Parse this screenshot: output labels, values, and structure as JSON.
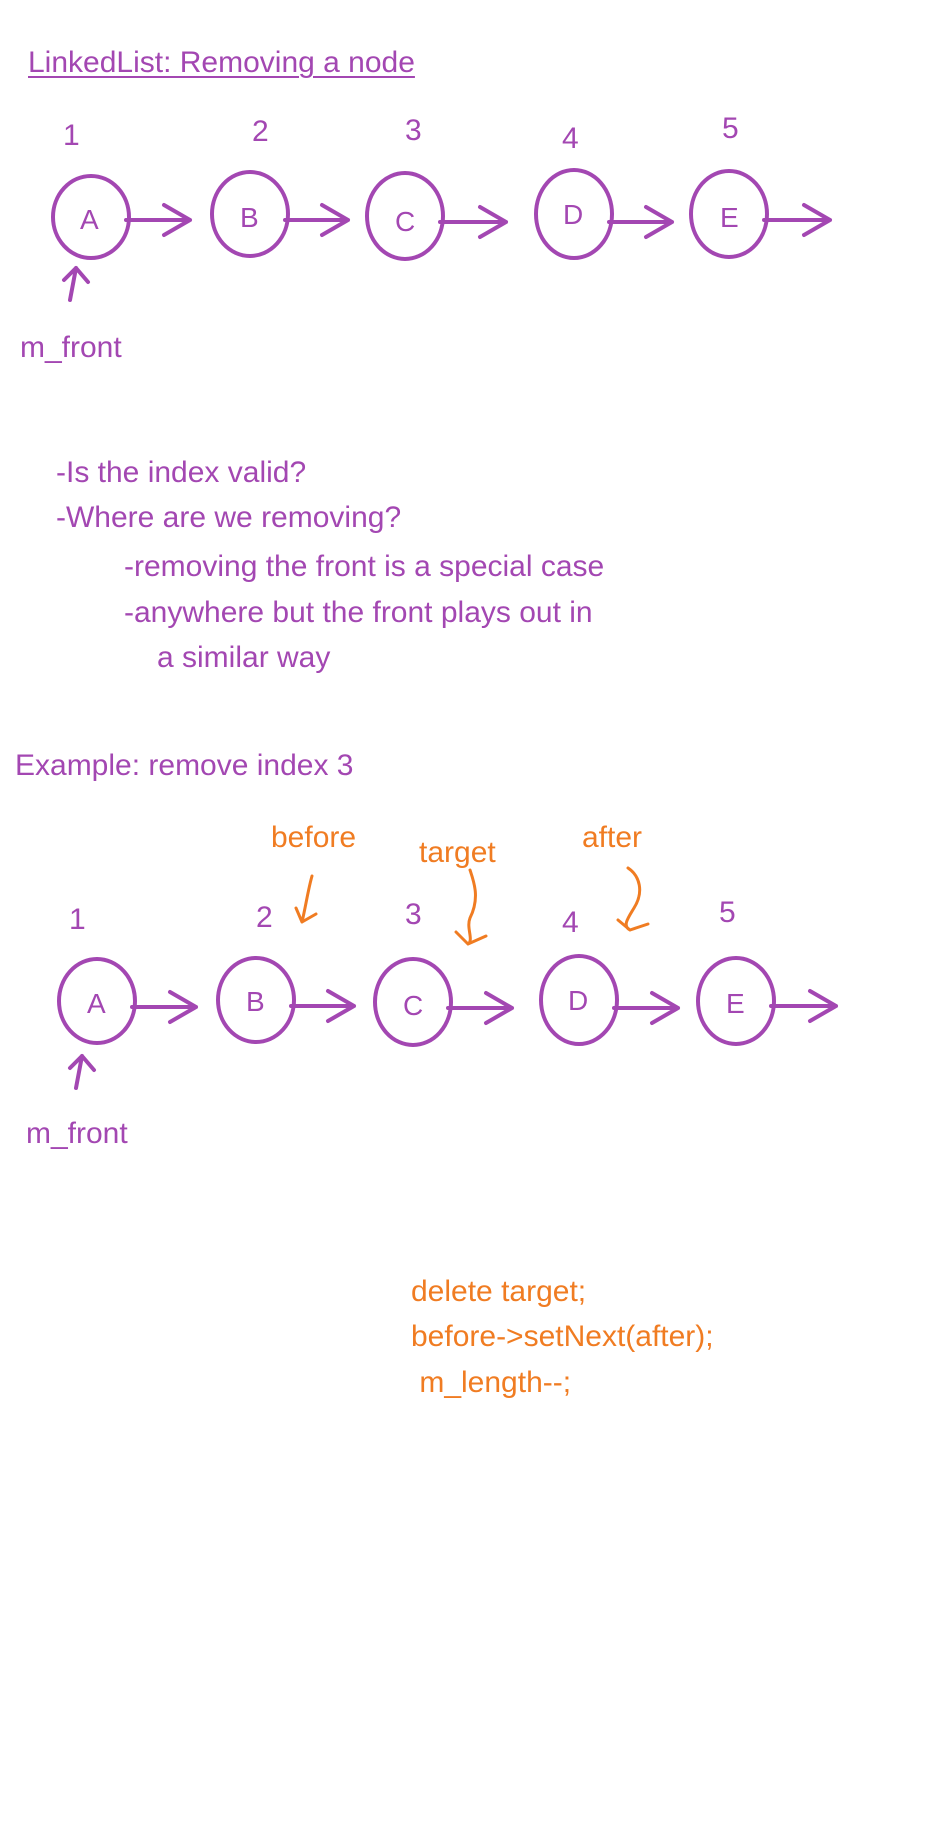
{
  "title": "LinkedList: Removing a node",
  "colors": {
    "ink": "#a347b2",
    "annotation": "#f07c22"
  },
  "list1": {
    "indices": [
      "1",
      "2",
      "3",
      "4",
      "5"
    ],
    "nodes": [
      "A",
      "B",
      "C",
      "D",
      "E"
    ],
    "front_label": "m_front"
  },
  "notes": [
    "-Is the index valid?",
    "-Where are we removing?",
    "-removing the front is a special case",
    "-anywhere but the front plays out in",
    "a similar way"
  ],
  "example_heading": "Example: remove index 3",
  "list2": {
    "indices": [
      "1",
      "2",
      "3",
      "4",
      "5"
    ],
    "nodes": [
      "A",
      "B",
      "C",
      "D",
      "E"
    ],
    "front_label": "m_front",
    "pointer_labels": [
      "before",
      "target",
      "after"
    ]
  },
  "code": [
    "delete target;",
    "before->setNext(after);",
    " m_length--;"
  ]
}
